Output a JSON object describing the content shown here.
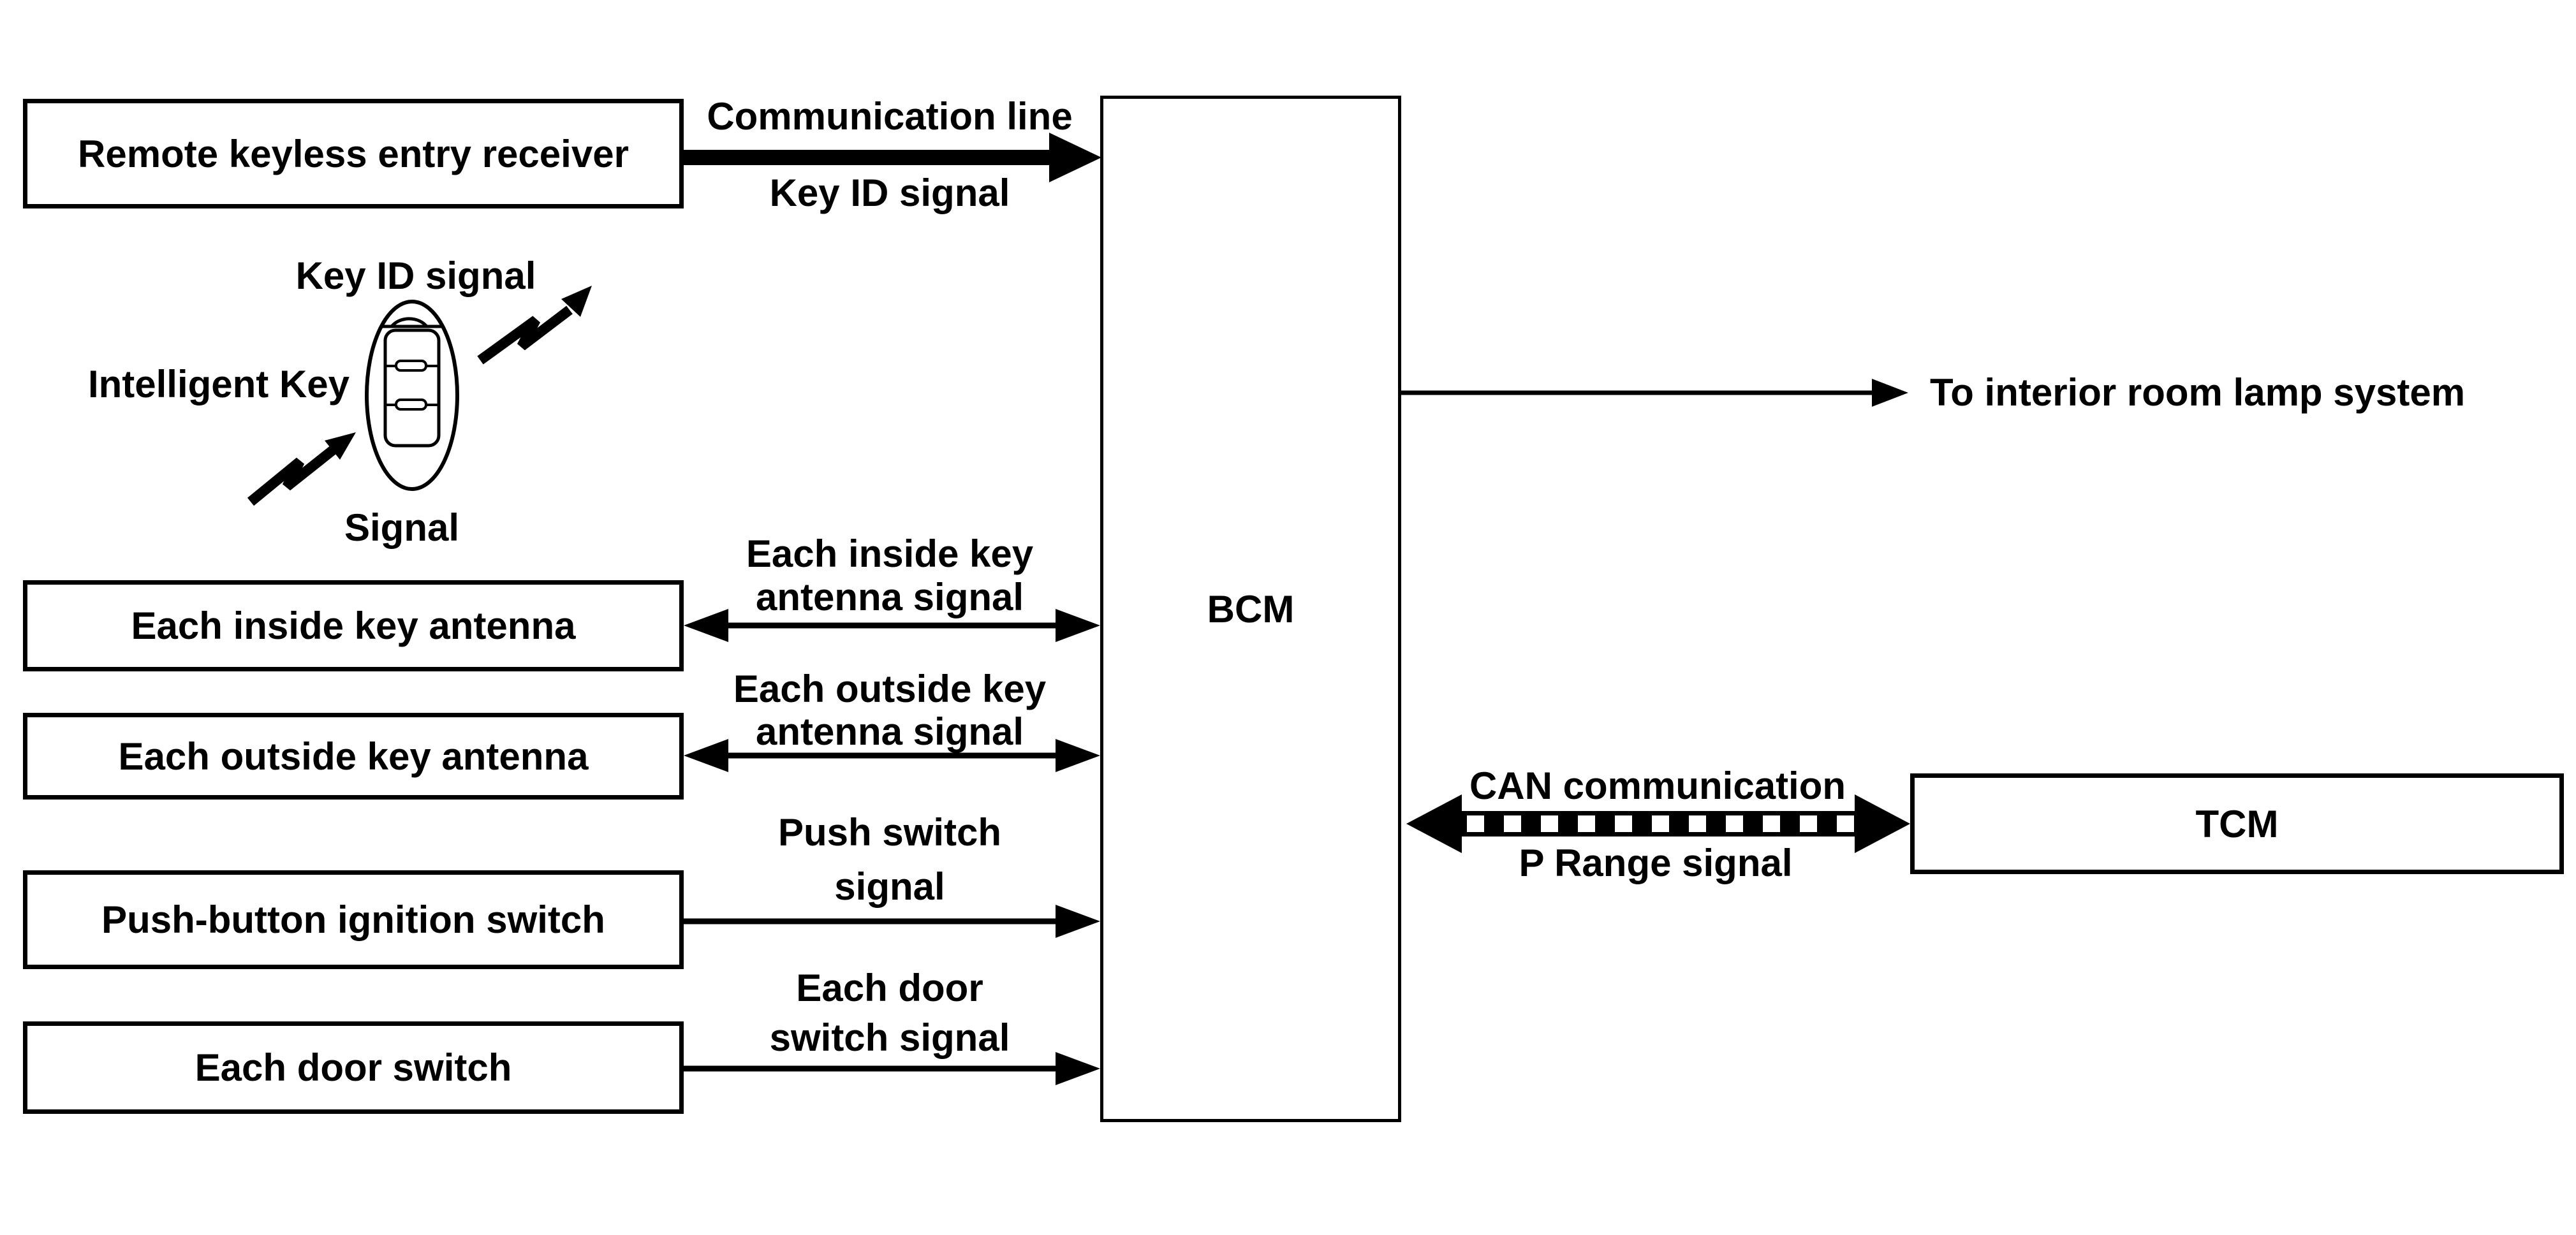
{
  "diagram": {
    "title_semantic": "Intelligent Key system block diagram",
    "background": "#ffffff",
    "line_color": "#000000",
    "nodes": {
      "remote_receiver": "Remote keyless entry receiver",
      "inside_antenna": "Each inside key antenna",
      "outside_antenna": "Each outside key antenna",
      "ignition_switch": "Push-button ignition switch",
      "door_switch": "Each door switch",
      "bcm": "BCM",
      "tcm": "TCM"
    },
    "intelligent_key": {
      "top_label": "Key ID signal",
      "left_label": "Intelligent Key",
      "bottom_label": "Signal",
      "fob_icon": "key-fob-icon",
      "wave_icon": "signal-bolt-icon"
    },
    "links": {
      "comm": {
        "above": "Communication line",
        "below": "Key ID signal"
      },
      "inside": {
        "line1": "Each inside key",
        "line2": "antenna signal"
      },
      "outside": {
        "line1": "Each outside key",
        "line2": "antenna signal"
      },
      "push": {
        "line1": "Push switch",
        "line2": "signal"
      },
      "door": {
        "line1": "Each door",
        "line2": "switch signal"
      },
      "lamp": "To interior room lamp system",
      "can": {
        "above": "CAN communication",
        "below": "P Range signal"
      }
    }
  }
}
